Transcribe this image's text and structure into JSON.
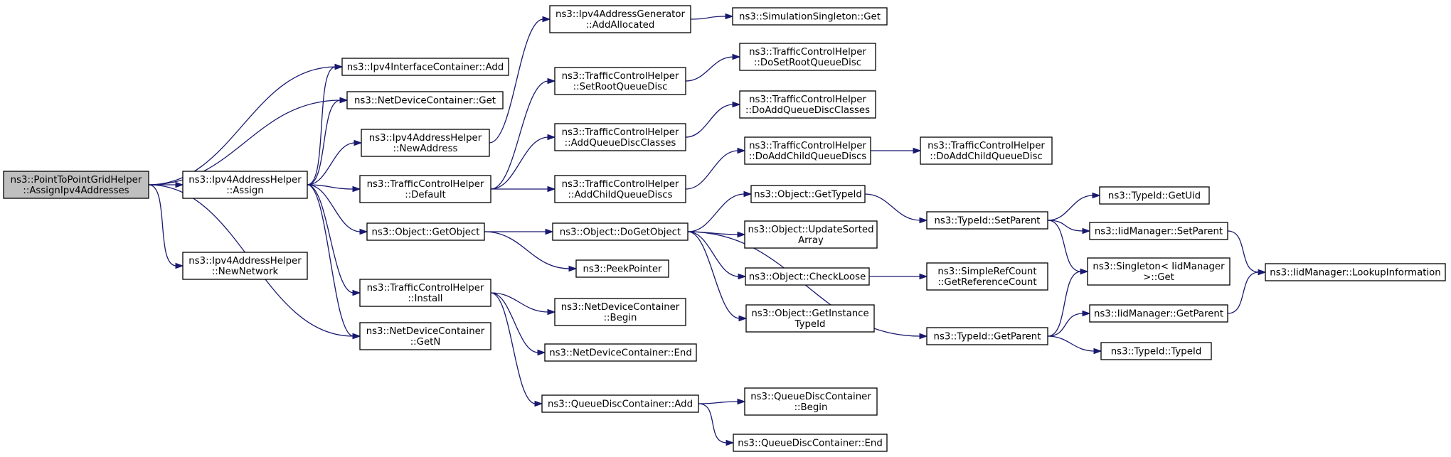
{
  "graph": {
    "edge_color": "#191970",
    "root_fill": "#bfbfbf",
    "nodes": [
      {
        "id": "root",
        "lines": [
          "ns3::PointToPointGridHelper",
          "::AssignIpv4Addresses"
        ],
        "root": true
      },
      {
        "id": "ifc_add",
        "lines": [
          "ns3::Ipv4InterfaceContainer::Add"
        ]
      },
      {
        "id": "ndc_get",
        "lines": [
          "ns3::NetDeviceContainer::Get"
        ]
      },
      {
        "id": "addr_assign",
        "lines": [
          "ns3::Ipv4AddressHelper",
          "::Assign"
        ]
      },
      {
        "id": "addr_newnet",
        "lines": [
          "ns3::Ipv4AddressHelper",
          "::NewNetwork"
        ]
      },
      {
        "id": "ndc_getn",
        "lines": [
          "ns3::NetDeviceContainer",
          "::GetN"
        ]
      },
      {
        "id": "addr_newaddr",
        "lines": [
          "ns3::Ipv4AddressHelper",
          "::NewAddress"
        ]
      },
      {
        "id": "tch_default",
        "lines": [
          "ns3::TrafficControlHelper",
          "::Default"
        ]
      },
      {
        "id": "obj_getobject",
        "lines": [
          "ns3::Object::GetObject"
        ]
      },
      {
        "id": "tch_install",
        "lines": [
          "ns3::TrafficControlHelper",
          "::Install"
        ]
      },
      {
        "id": "gen_addalloc",
        "lines": [
          "ns3::Ipv4AddressGenerator",
          "::AddAllocated"
        ]
      },
      {
        "id": "tch_setroot",
        "lines": [
          "ns3::TrafficControlHelper",
          "::SetRootQueueDisc"
        ]
      },
      {
        "id": "tch_addclasses",
        "lines": [
          "ns3::TrafficControlHelper",
          "::AddQueueDiscClasses"
        ]
      },
      {
        "id": "tch_addchild",
        "lines": [
          "ns3::TrafficControlHelper",
          "::AddChildQueueDiscs"
        ]
      },
      {
        "id": "obj_dogetobject",
        "lines": [
          "ns3::Object::DoGetObject"
        ]
      },
      {
        "id": "peekpointer",
        "lines": [
          "ns3::PeekPointer"
        ]
      },
      {
        "id": "ndc_begin",
        "lines": [
          "ns3::NetDeviceContainer",
          "::Begin"
        ]
      },
      {
        "id": "ndc_end",
        "lines": [
          "ns3::NetDeviceContainer::End"
        ]
      },
      {
        "id": "qdc_add",
        "lines": [
          "ns3::QueueDiscContainer::Add"
        ]
      },
      {
        "id": "singleton_get1",
        "lines": [
          "ns3::SimulationSingleton::Get"
        ]
      },
      {
        "id": "tch_dosetroot",
        "lines": [
          "ns3::TrafficControlHelper",
          "::DoSetRootQueueDisc"
        ]
      },
      {
        "id": "tch_doaddclasses",
        "lines": [
          "ns3::TrafficControlHelper",
          "::DoAddQueueDiscClasses"
        ]
      },
      {
        "id": "tch_doaddchild",
        "lines": [
          "ns3::TrafficControlHelper",
          "::DoAddChildQueueDiscs"
        ]
      },
      {
        "id": "obj_gettypeid",
        "lines": [
          "ns3::Object::GetTypeId"
        ]
      },
      {
        "id": "obj_updatesorted",
        "lines": [
          "ns3::Object::UpdateSorted",
          "Array"
        ]
      },
      {
        "id": "obj_checkloose",
        "lines": [
          "ns3::Object::CheckLoose"
        ]
      },
      {
        "id": "obj_getinstance",
        "lines": [
          "ns3::Object::GetInstance",
          "TypeId"
        ]
      },
      {
        "id": "qdc_begin",
        "lines": [
          "ns3::QueueDiscContainer",
          "::Begin"
        ]
      },
      {
        "id": "qdc_end",
        "lines": [
          "ns3::QueueDiscContainer::End"
        ]
      },
      {
        "id": "tch_doaddchild2",
        "lines": [
          "ns3::TrafficControlHelper",
          "::DoAddChildQueueDisc"
        ]
      },
      {
        "id": "typeid_setparent",
        "lines": [
          "ns3::TypeId::SetParent"
        ]
      },
      {
        "id": "srefcount",
        "lines": [
          "ns3::SimpleRefCount",
          "::GetReferenceCount"
        ]
      },
      {
        "id": "typeid_getparent",
        "lines": [
          "ns3::TypeId::GetParent"
        ]
      },
      {
        "id": "typeid_getuid",
        "lines": [
          "ns3::TypeId::GetUid"
        ]
      },
      {
        "id": "iid_setparent",
        "lines": [
          "ns3::IidManager::SetParent"
        ]
      },
      {
        "id": "singleton_iid",
        "lines": [
          "ns3::Singleton< IidManager",
          " >::Get"
        ]
      },
      {
        "id": "iid_getparent",
        "lines": [
          "ns3::IidManager::GetParent"
        ]
      },
      {
        "id": "typeid_typeid",
        "lines": [
          "ns3::TypeId::TypeId"
        ]
      },
      {
        "id": "iid_lookup",
        "lines": [
          "ns3::IidManager::LookupInformation"
        ]
      }
    ],
    "edges": [
      [
        "root",
        "ifc_add"
      ],
      [
        "root",
        "ndc_get"
      ],
      [
        "root",
        "addr_assign"
      ],
      [
        "root",
        "addr_newnet"
      ],
      [
        "root",
        "ndc_getn"
      ],
      [
        "addr_assign",
        "ifc_add"
      ],
      [
        "addr_assign",
        "ndc_get"
      ],
      [
        "addr_assign",
        "ndc_getn"
      ],
      [
        "addr_assign",
        "addr_newaddr"
      ],
      [
        "addr_assign",
        "tch_default"
      ],
      [
        "addr_assign",
        "obj_getobject"
      ],
      [
        "addr_assign",
        "tch_install"
      ],
      [
        "addr_newaddr",
        "gen_addalloc"
      ],
      [
        "gen_addalloc",
        "singleton_get1"
      ],
      [
        "tch_default",
        "tch_setroot"
      ],
      [
        "tch_default",
        "tch_addclasses"
      ],
      [
        "tch_default",
        "tch_addchild"
      ],
      [
        "tch_setroot",
        "tch_dosetroot"
      ],
      [
        "tch_addclasses",
        "tch_doaddclasses"
      ],
      [
        "tch_addchild",
        "tch_doaddchild"
      ],
      [
        "tch_doaddchild",
        "tch_doaddchild2"
      ],
      [
        "obj_getobject",
        "obj_dogetobject"
      ],
      [
        "obj_getobject",
        "peekpointer"
      ],
      [
        "obj_dogetobject",
        "obj_gettypeid"
      ],
      [
        "obj_dogetobject",
        "obj_updatesorted"
      ],
      [
        "obj_dogetobject",
        "obj_checkloose"
      ],
      [
        "obj_dogetobject",
        "obj_getinstance"
      ],
      [
        "obj_dogetobject",
        "typeid_getparent"
      ],
      [
        "obj_gettypeid",
        "typeid_setparent"
      ],
      [
        "typeid_setparent",
        "typeid_getuid"
      ],
      [
        "typeid_setparent",
        "iid_setparent"
      ],
      [
        "typeid_setparent",
        "singleton_iid"
      ],
      [
        "iid_setparent",
        "iid_lookup"
      ],
      [
        "obj_checkloose",
        "srefcount"
      ],
      [
        "typeid_getparent",
        "singleton_iid"
      ],
      [
        "typeid_getparent",
        "iid_getparent"
      ],
      [
        "typeid_getparent",
        "typeid_typeid"
      ],
      [
        "iid_getparent",
        "iid_lookup"
      ],
      [
        "tch_install",
        "ndc_begin"
      ],
      [
        "tch_install",
        "ndc_end"
      ],
      [
        "tch_install",
        "qdc_add"
      ],
      [
        "qdc_add",
        "qdc_begin"
      ],
      [
        "qdc_add",
        "qdc_end"
      ]
    ]
  }
}
